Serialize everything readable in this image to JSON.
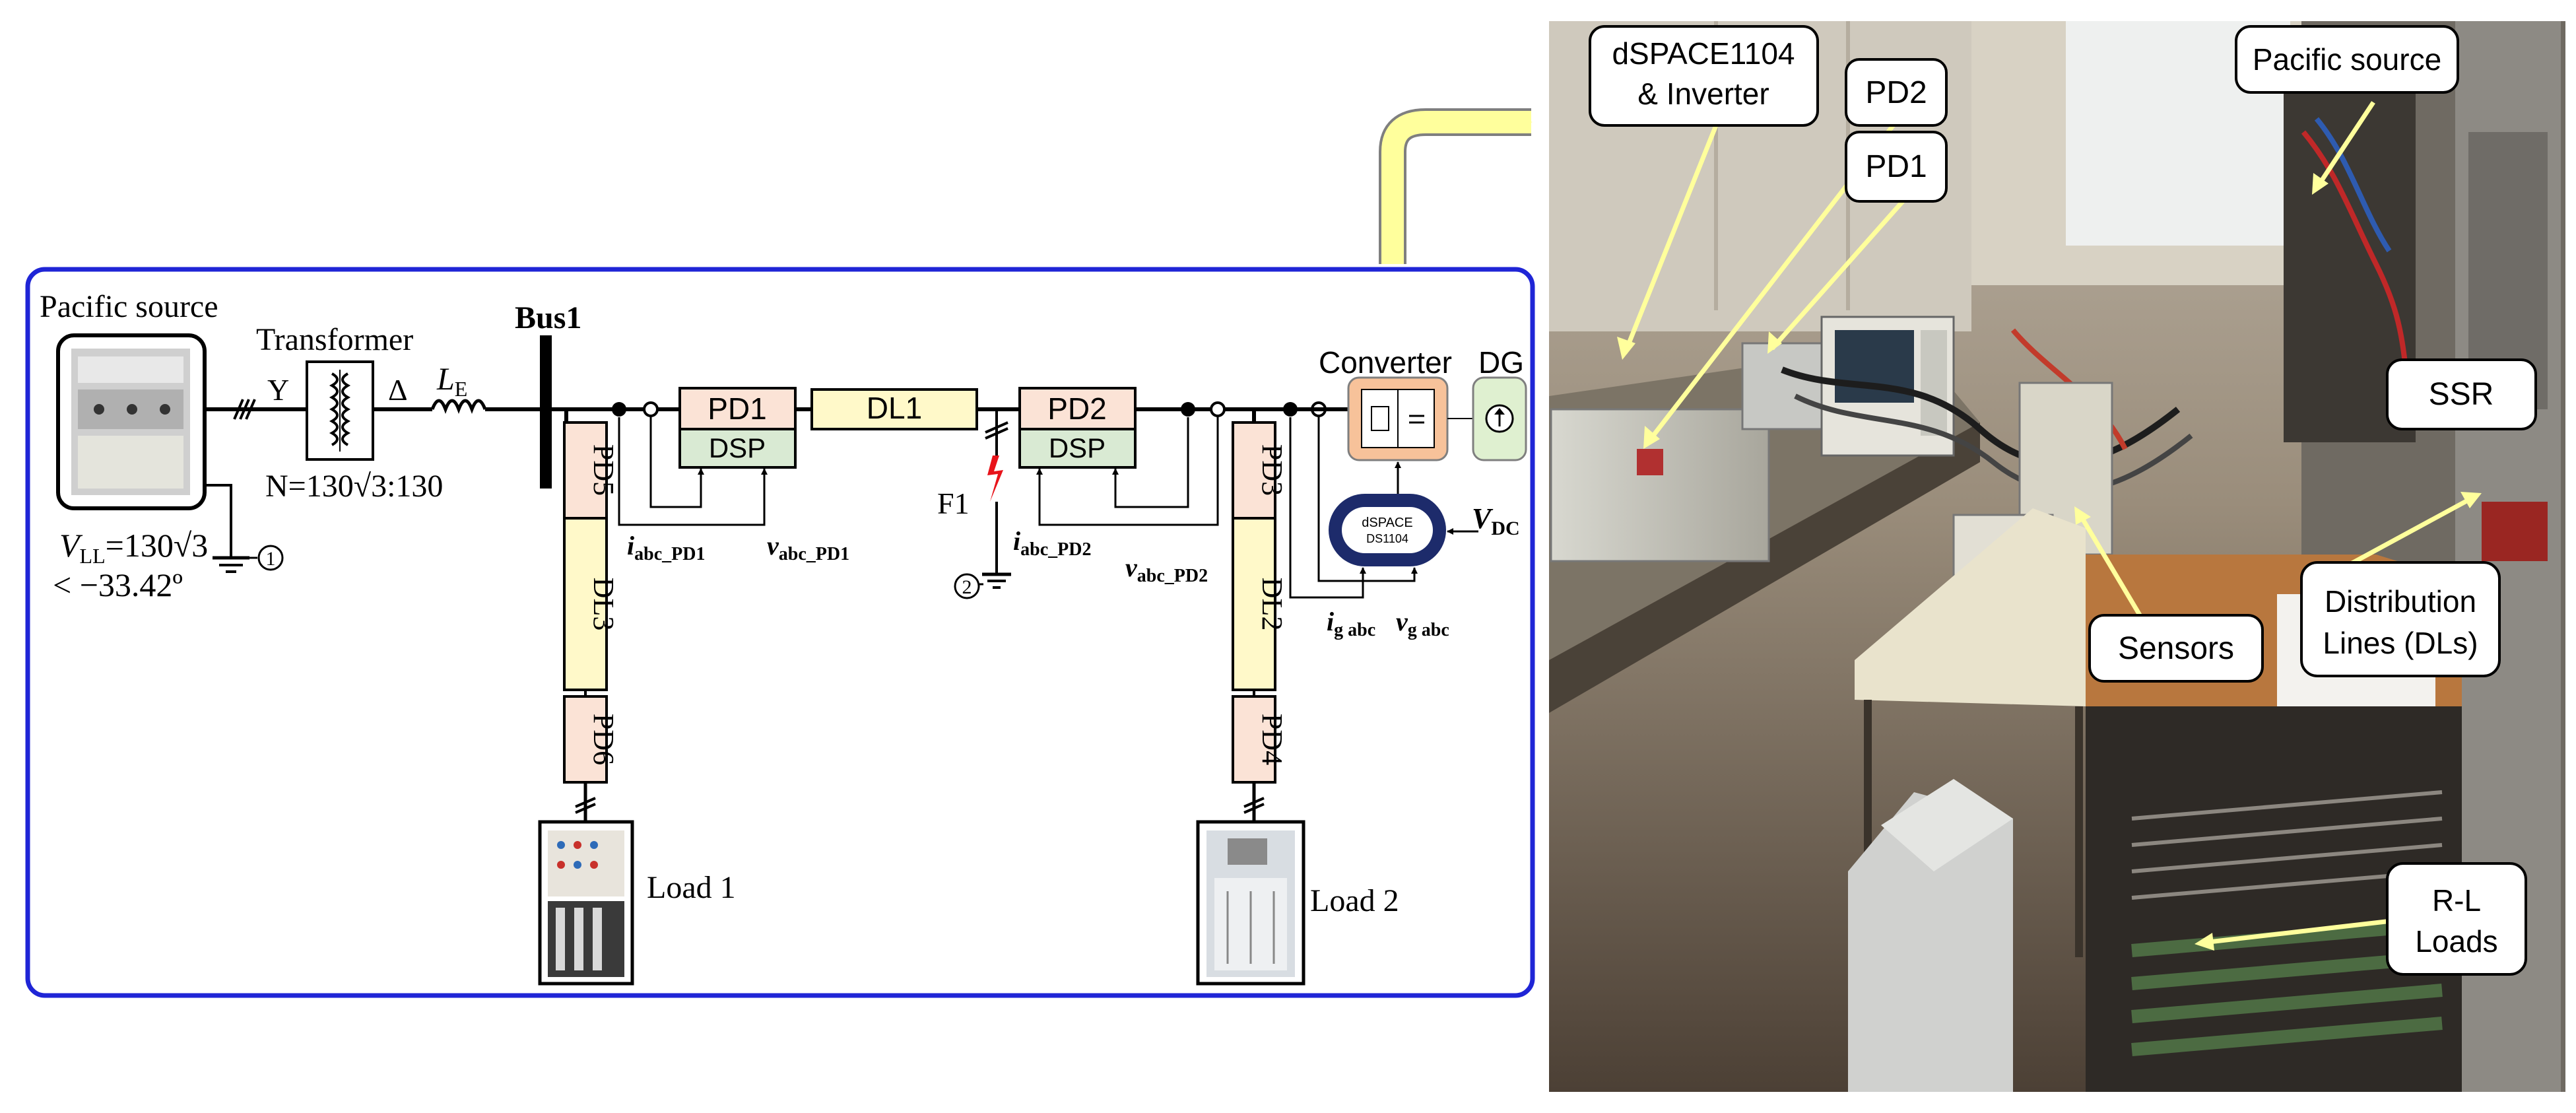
{
  "schematic": {
    "pacific_source_label": "Pacific source",
    "transformer_label": "Transformer",
    "wye_symbol": "Y",
    "delta_symbol": "Δ",
    "inductor_label": "L",
    "inductor_sub": "E",
    "bus_label": "Bus1",
    "ratio_label": "N=130√3:130",
    "vll_line1": "V",
    "vll_sub": "LL",
    "vll_value": "=130√3",
    "vll_line2": "< −33.42º",
    "ground_ref_1": "1",
    "ground_ref_2": "2",
    "pd1": "PD1",
    "pd2": "PD2",
    "pd3": "PD3",
    "pd4": "PD4",
    "pd5": "PD5",
    "pd6": "PD6",
    "dsp1": "DSP",
    "dsp2": "DSP",
    "dl1": "DL1",
    "dl2": "DL2",
    "dl3": "DL3",
    "fault_label": "F1",
    "i_pd1_main": "i",
    "i_pd1_sub": "abc_PD1",
    "v_pd1_main": "v",
    "v_pd1_sub": "abc_PD1",
    "i_pd2_main": "i",
    "i_pd2_sub": "abc_PD2",
    "v_pd2_main": "v",
    "v_pd2_sub": "abc_PD2",
    "ig_main": "i",
    "ig_sub": "g abc",
    "vg_main": "v",
    "vg_sub": "g abc",
    "converter_label": "Converter",
    "dg_label": "DG",
    "dspace_line1": "dSPACE",
    "dspace_line2": "DS1104",
    "vdc_main": "V",
    "vdc_sub": "DC",
    "load1_label": "Load 1",
    "load2_label": "Load 2"
  },
  "photo_callouts": {
    "dspace_inverter_line1": "dSPACE1104",
    "dspace_inverter_line2": "& Inverter",
    "pd2": "PD2",
    "pd1": "PD1",
    "pacific_source": "Pacific source",
    "ssr": "SSR",
    "sensors": "Sensors",
    "distribution_line1": "Distribution",
    "distribution_line2": "Lines (DLs)",
    "rl_line1": "R-L",
    "rl_line2": "Loads"
  },
  "colors": {
    "frame_blue": "#1f25d6",
    "pd_fill": "#fbe3d6",
    "dsp_fill": "#d9ead3",
    "dl_fill": "#fff9c9",
    "converter_fill": "#f7c29a",
    "dg_fill": "#dff0d0",
    "fault_red": "#e8131a",
    "arrow_yellow": "#ffff9c"
  }
}
